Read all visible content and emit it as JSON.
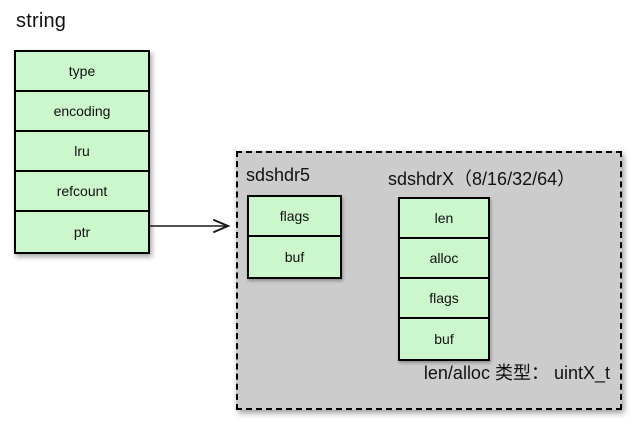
{
  "diagram": {
    "title": "string",
    "robj": {
      "fields": [
        "type",
        "encoding",
        "lru",
        "refcount",
        "ptr"
      ]
    },
    "panel": {
      "sdshdr5": {
        "title": "sdshdr5",
        "fields": [
          "flags",
          "buf"
        ]
      },
      "sdshdrx": {
        "title": "sdshdrX（8/16/32/64）",
        "fields": [
          "len",
          "alloc",
          "flags",
          "buf"
        ]
      },
      "note": "len/alloc 类型： uintX_t"
    },
    "colors": {
      "cell_fill": "#ccf6cc",
      "panel_fill": "#cccccc",
      "stroke": "#000000"
    }
  }
}
